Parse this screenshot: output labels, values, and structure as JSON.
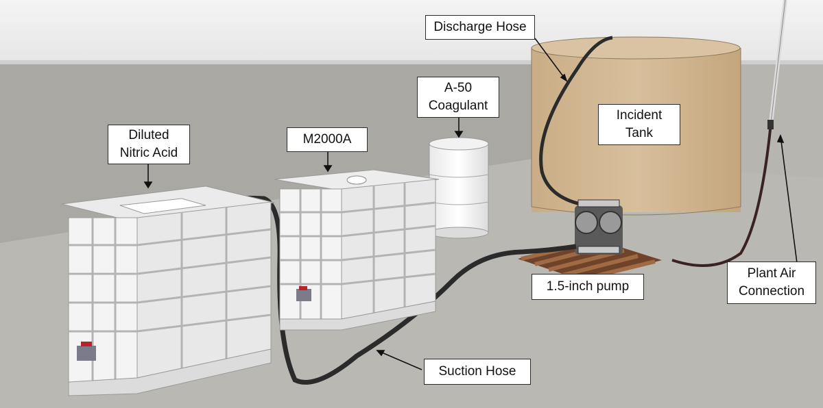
{
  "labels": {
    "discharge_hose": "Discharge Hose",
    "a50_line1": "A-50",
    "a50_line2": "Coagulant",
    "incident_line1": "Incident",
    "incident_line2": "Tank",
    "diluted_line1": "Diluted",
    "diluted_line2": "Nitric Acid",
    "m2000a": "M2000A",
    "pump": "1.5-inch pump",
    "plant_air_line1": "Plant Air",
    "plant_air_line2": "Connection",
    "suction_hose": "Suction Hose"
  },
  "colors": {
    "sky": "#eeeeee",
    "ground": "#b7b6b1",
    "wall_top": "#d4d4d4",
    "tank": "#d2b893",
    "tote": "#f4f4f4",
    "hose": "#2a2a2a",
    "pallet": "#7a4a2e",
    "valve_red": "#b8232a"
  }
}
